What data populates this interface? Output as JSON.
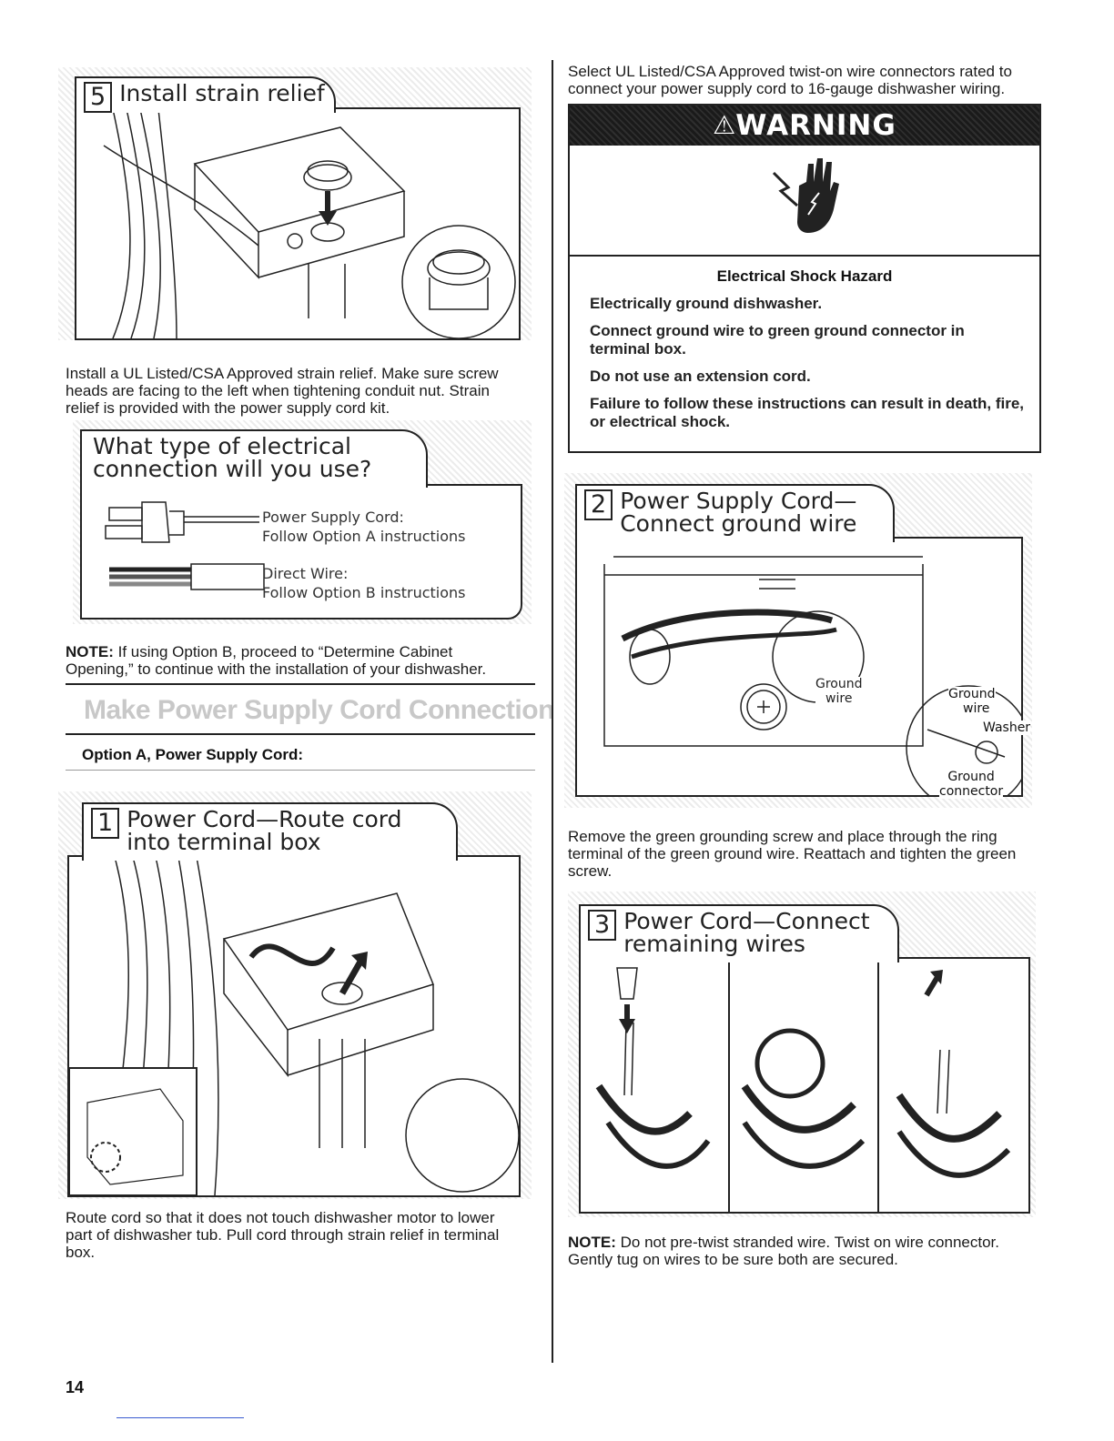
{
  "left": {
    "step5": {
      "number": "5",
      "title": "Install strain relief",
      "text": "Install a UL Listed/CSA Approved strain relief. Make sure screw heads are facing to the left when tightening conduit nut. Strain relief is provided with the power supply cord kit."
    },
    "connection_box": {
      "title_line1": "What type of electrical",
      "title_line2": "connection will you use?",
      "option_a_line1": "Power Supply Cord:",
      "option_a_line2": "Follow Option A instructions",
      "option_b_line1": "Direct Wire:",
      "option_b_line2": "Follow Option B instructions"
    },
    "note_label": "NOTE:",
    "note_text": " If using Option B, proceed to “Determine Cabinet Opening,” to continue with the installation of your dishwasher.",
    "section_title": "Make Power Supply Cord Connection",
    "option_label": "Option A, Power Supply Cord:",
    "step1": {
      "number": "1",
      "title_line1": "Power Cord—Route cord",
      "title_line2": "into terminal box",
      "text": "Route cord so that it does not touch dishwasher motor to lower part of dishwasher tub. Pull cord through strain relief in terminal box."
    }
  },
  "right": {
    "intro": "Select UL Listed/CSA Approved twist-on wire connectors rated to connect your power supply cord to 16-gauge dishwasher wiring.",
    "warning": {
      "banner": "WARNING",
      "hazard": "Electrical Shock Hazard",
      "lines": [
        "Electrically ground dishwasher.",
        "Connect ground wire to green ground connector in terminal box.",
        "Do not use an extension cord.",
        "Failure to follow these instructions can result in death, fire, or electrical shock."
      ]
    },
    "step2": {
      "number": "2",
      "title_line1": "Power Supply Cord—",
      "title_line2": "Connect ground wire",
      "labels": {
        "ground_wire_l1": "Ground",
        "ground_wire_l2": "wire",
        "inset_ground": "Ground",
        "inset_wire": "wire",
        "washer": "Washer",
        "connector_l1": "Ground",
        "connector_l2": "connector"
      },
      "text": "Remove the green grounding screw and place through the ring terminal of the green ground wire. Reattach and tighten the green screw."
    },
    "step3": {
      "number": "3",
      "title_line1": "Power Cord—Connect",
      "title_line2": "remaining wires"
    },
    "note_label": "NOTE:",
    "note_text": " Do not pre-twist stranded wire. Twist on wire connector. Gently tug on wires to be sure both are secured."
  },
  "page_number": "14",
  "colors": {
    "line": "#222222",
    "halo": "#ececec",
    "faded_title": "#c8c8c8",
    "link_line": "#3a5bd0"
  }
}
